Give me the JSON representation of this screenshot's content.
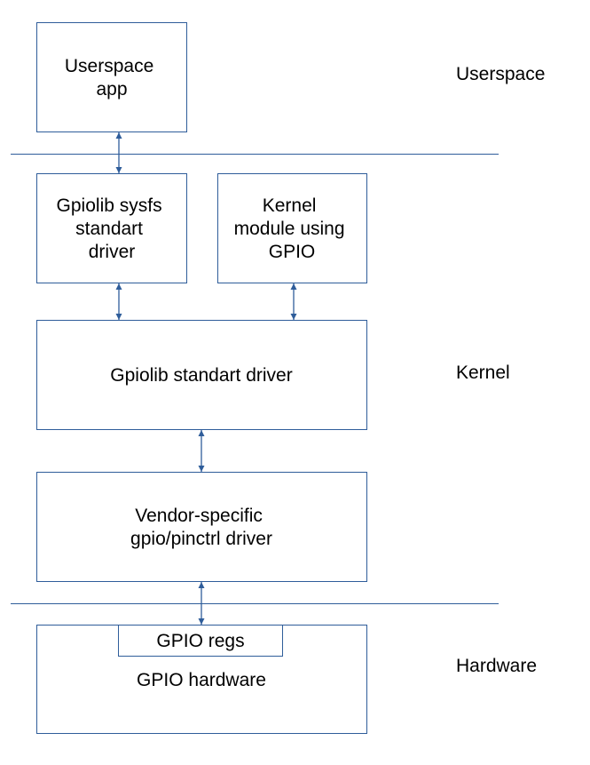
{
  "layers": {
    "userspace": "Userspace",
    "kernel": "Kernel",
    "hardware": "Hardware"
  },
  "boxes": {
    "userspace_app": [
      "Userspace",
      "app"
    ],
    "gpiolib_sysfs": [
      "Gpiolib sysfs",
      "standart",
      "driver"
    ],
    "kernel_module": [
      "Kernel",
      "module using",
      "GPIO"
    ],
    "gpiolib_driver": [
      "Gpiolib standart driver"
    ],
    "vendor_driver": [
      "Vendor-specific",
      "gpio/pinctrl driver"
    ],
    "gpio_regs": [
      "GPIO regs"
    ],
    "gpio_hardware": [
      "GPIO hardware"
    ]
  },
  "colors": {
    "stroke": "#2f5d9a",
    "text": "#000000",
    "background": "#ffffff"
  }
}
